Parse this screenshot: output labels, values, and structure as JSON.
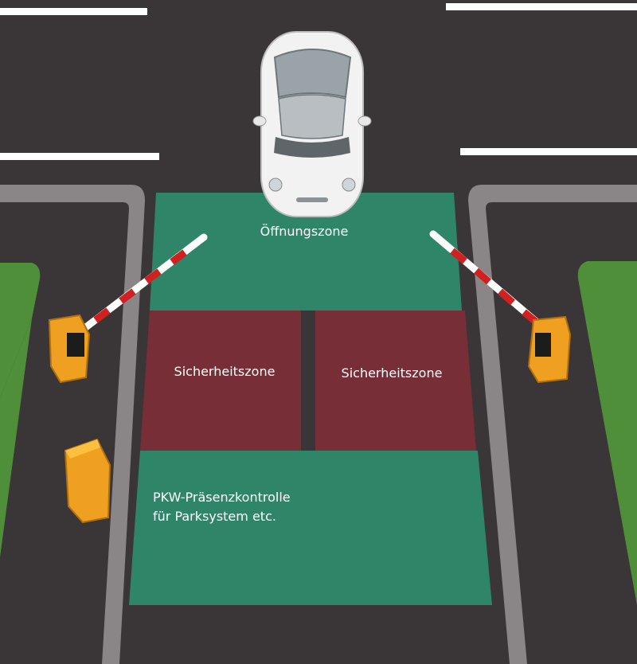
{
  "scene": {
    "type": "parking-barrier-zone-diagram"
  },
  "zones": {
    "opening": {
      "label": "Öffnungszone",
      "color": "#2e8a6a"
    },
    "safety_left": {
      "label": "Sicherheitszone",
      "color": "#7a2e36"
    },
    "safety_right": {
      "label": "Sicherheitszone",
      "color": "#7a2e36"
    },
    "presence": {
      "label_line1": "PKW-Präsenzkontrolle",
      "label_line2": "für Parksystem etc.",
      "color": "#2e8a6a"
    }
  },
  "colors": {
    "asphalt": "#3a3638",
    "lane_marking": "#ffffff",
    "grass": "#4f8f3a",
    "curb": "#8a8688",
    "barrier_housing": "#f0a020",
    "barrier_arm_white": "#ffffff",
    "barrier_arm_red": "#d02020",
    "car_body": "#f2f2f2"
  },
  "icons": [
    "car-icon",
    "barrier-left-icon",
    "barrier-right-icon",
    "terminal-post-icon"
  ]
}
